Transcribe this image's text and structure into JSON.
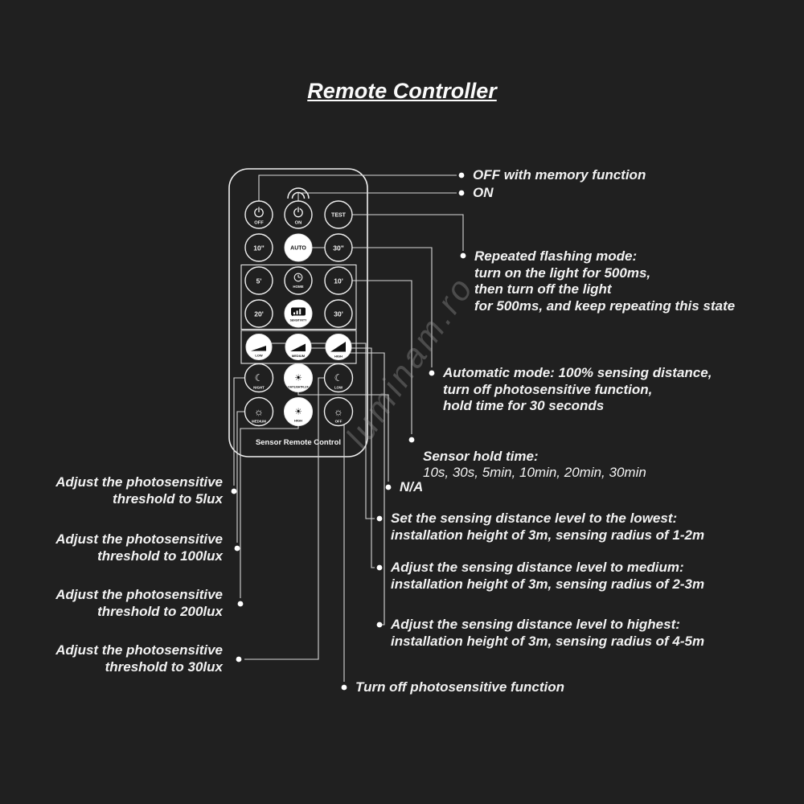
{
  "page": {
    "title": "Remote Controller",
    "background_color": "#202020",
    "text_color": "#f2f2f2",
    "line_color": "#d8d8d8"
  },
  "watermark": {
    "text": "luminam.ro"
  },
  "remote": {
    "footer_label": "Sensor Remote Control",
    "buttons": [
      {
        "label": "OFF",
        "icon": "power-icon"
      },
      {
        "label": "ON",
        "icon": "power-icon"
      },
      {
        "label": "TEST",
        "icon": ""
      },
      {
        "label": "10\"",
        "icon": ""
      },
      {
        "label": "AUTO",
        "icon": ""
      },
      {
        "label": "30\"",
        "icon": ""
      },
      {
        "label": "5'",
        "icon": ""
      },
      {
        "label": "HOME",
        "icon": "clock-icon"
      },
      {
        "label": "10'",
        "icon": ""
      },
      {
        "label": "20'",
        "icon": ""
      },
      {
        "label": "SENSITIVITY",
        "icon": "signal-bars-icon"
      },
      {
        "label": "30'",
        "icon": ""
      },
      {
        "label": "LOW",
        "icon": "ramp-low-icon"
      },
      {
        "label": "MEDIUM",
        "icon": "ramp-medium-icon"
      },
      {
        "label": "HIGH",
        "icon": "ramp-high-icon"
      },
      {
        "label": "NIGHT",
        "icon": "moon-icon"
      },
      {
        "label": "DAY/LIGHTFLUX",
        "icon": "sun-icon"
      },
      {
        "label": "LOW",
        "icon": "moon-icon"
      },
      {
        "label": "MEDIUM",
        "icon": "sun-icon"
      },
      {
        "label": "HIGH",
        "icon": "sun-icon"
      },
      {
        "label": "OFF",
        "icon": "sun-icon"
      }
    ]
  },
  "annotations": {
    "right": [
      {
        "text": "OFF with memory function"
      },
      {
        "text": "ON"
      },
      {
        "text": "Repeated flashing mode:\nturn on the light for 500ms,\nthen turn off the light\nfor 500ms, and keep repeating this state"
      },
      {
        "text": "Automatic mode: 100% sensing distance,\nturn off photosensitive function,\nhold time for 30 seconds"
      },
      {
        "title": "Sensor hold time:",
        "values": "10s, 30s, 5min, 10min, 20min, 30min"
      },
      {
        "text": "N/A"
      },
      {
        "text": "Set the sensing distance level to the lowest:\ninstallation height of 3m, sensing radius of 1-2m"
      },
      {
        "text": "Adjust the sensing distance level to medium:\ninstallation height of 3m, sensing radius of 2-3m"
      },
      {
        "text": "Adjust the sensing distance level to highest:\ninstallation height of 3m, sensing radius of 4-5m"
      },
      {
        "text": "Turn off photosensitive function"
      }
    ],
    "left": [
      {
        "text": "Adjust the photosensitive\nthreshold to 5lux"
      },
      {
        "text": "Adjust the photosensitive\nthreshold to 100lux"
      },
      {
        "text": "Adjust the photosensitive\nthreshold to 200lux"
      },
      {
        "text": "Adjust the photosensitive\nthreshold to 30lux"
      }
    ]
  }
}
